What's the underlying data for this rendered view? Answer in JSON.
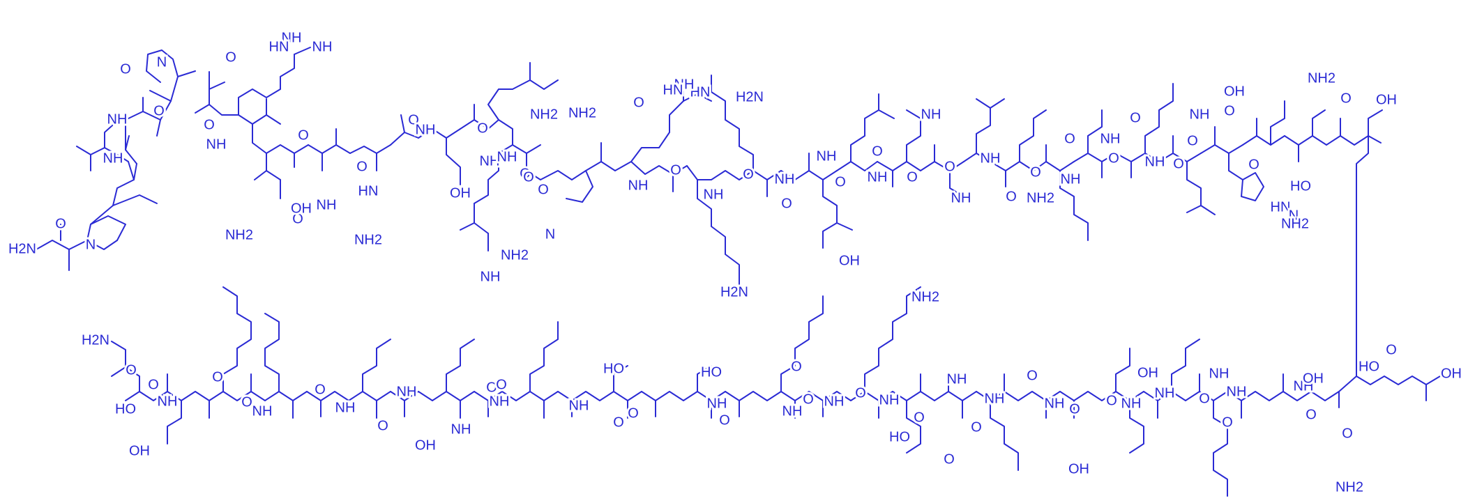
{
  "colors": {
    "ink": "#2a2ad4",
    "background": "#ffffff"
  },
  "structure": {
    "top_chain_labels": [
      "H2N",
      "O",
      "N",
      "NH",
      "O",
      "O",
      "NH",
      "N",
      "O",
      "NH2",
      "NH",
      "HN",
      "NH",
      "O",
      "NH",
      "O",
      "O",
      "OH",
      "NH",
      "O",
      "HN",
      "O",
      "NH",
      "OH",
      "O",
      "NH",
      "O",
      "NH2",
      "NH",
      "O",
      "HN",
      "NH2",
      "NH",
      "O",
      "N",
      "O",
      "H2N",
      "NH",
      "HN",
      "NH",
      "O",
      "NH",
      "H2N",
      "O",
      "NH",
      "O",
      "NH",
      "O",
      "OH",
      "O",
      "NH",
      "O",
      "NH",
      "O",
      "NH",
      "O",
      "NH",
      "O",
      "NH2",
      "NH",
      "O",
      "NH",
      "O",
      "O",
      "NH",
      "O",
      "O",
      "NH",
      "O",
      "OH",
      "O",
      "HN",
      "N",
      "NH2",
      "HO",
      "O",
      "NH2",
      "OH"
    ],
    "bottom_chain_labels": [
      "H2N",
      "O",
      "HO",
      "O",
      "NH",
      "OH",
      "O",
      "NH2",
      "NH",
      "O",
      "NH2",
      "NH",
      "O",
      "O",
      "NH",
      "OH",
      "NH",
      "O",
      "NH",
      "O",
      "HO",
      "O",
      "NH",
      "O",
      "HO",
      "O",
      "NH",
      "O",
      "NH",
      "O",
      "NH",
      "O",
      "NH2",
      "NH",
      "O",
      "HO",
      "O",
      "NH",
      "O",
      "NH",
      "O",
      "NH",
      "OH",
      "O",
      "O",
      "NH",
      "OH",
      "NH",
      "O",
      "NH",
      "O",
      "NH",
      "NH",
      "O",
      "OH",
      "O",
      "NH2",
      "HO",
      "O",
      "OH"
    ]
  }
}
